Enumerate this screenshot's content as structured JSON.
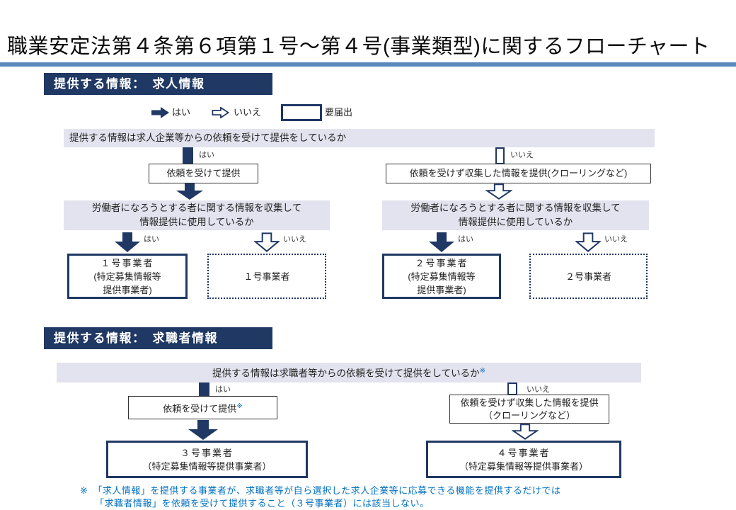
{
  "title": "職業安定法第４条第６項第１号～第４号(事業類型)に関するフローチャート",
  "colors": {
    "navy": "#1F3864",
    "rule_blue": "#5B88BE",
    "lavender": "#E3E3EF",
    "note_blue": "#0070C0"
  },
  "labels": {
    "yes": "はい",
    "no": "いいえ"
  },
  "legend": {
    "yes": "はい",
    "no": "いいえ",
    "required": "要届出"
  },
  "section1": {
    "header": "提供する情報：　求人情報",
    "question1": "提供する情報は求人企業等からの依頼を受けて提供をしているか",
    "left_branch_box": "依頼を受けて提供",
    "right_branch_box": "依頼を受けず収集した情報を提供(クローリングなど)",
    "question2_line1": "労働者になろうとする者に関する情報を収集して",
    "question2_line2": "情報提供に使用しているか",
    "results": [
      {
        "style": "solid",
        "lines": [
          "１号事業者",
          "(特定募集情報等",
          "提供事業者)"
        ]
      },
      {
        "style": "dotted",
        "lines": [
          "１号事業者"
        ]
      },
      {
        "style": "solid",
        "lines": [
          "２号事業者",
          "(特定募集情報等",
          "提供事業者)"
        ]
      },
      {
        "style": "dotted",
        "lines": [
          "２号事業者"
        ]
      }
    ]
  },
  "section2": {
    "header": "提供する情報：　求職者情報",
    "question": "提供する情報は求職者等からの依頼を受けて提供をしているか",
    "question_note": "※",
    "left_branch_box": "依頼を受けて提供",
    "left_branch_note": "※",
    "right_branch_line1": "依頼を受けず収集した情報を提供",
    "right_branch_line2": "（クローリングなど）",
    "results": [
      {
        "lines": [
          "３号事業者",
          "（特定募集情報等提供事業者）"
        ]
      },
      {
        "lines": [
          "４号事業者",
          "（特定募集情報等提供事業者）"
        ]
      }
    ]
  },
  "footnote": {
    "line1": "※　「求人情報」を提供する事業者が、求職者等が自ら選択した求人企業等に応募できる機能を提供するだけでは",
    "line2": "「求職者情報」を依頼を受けて提供すること（３号事業者）には該当しない。"
  }
}
